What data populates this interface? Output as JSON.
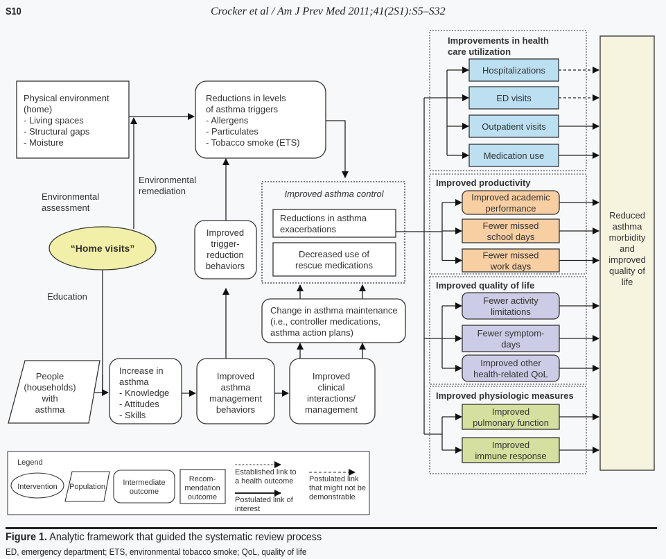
{
  "header": {
    "page_number": "S10",
    "running_head": "Crocker et al / Am J Prev Med 2011;41(2S1):S5–S32"
  },
  "colors": {
    "health_care_fill": "#bcdff2",
    "productivity_fill": "#f8cfa3",
    "quality_fill": "#cccce6",
    "physiologic_fill": "#d5e0a0",
    "intervention_fill": "#f2f0a8",
    "final_outcome_fill": "#f6f3df"
  },
  "nodes": {
    "physical_env": [
      "Physical environment",
      "(home)",
      "- Living spaces",
      "- Structural gaps",
      "- Moisture"
    ],
    "triggers": [
      "Reductions in levels",
      "of asthma triggers",
      "- Allergens",
      "- Particulates",
      "- Tobacco smoke (ETS)"
    ],
    "home_visits": "“Home visits”",
    "env_assessment": [
      "Environmental",
      "assessment"
    ],
    "env_remediation": [
      "Environmental",
      "remediation"
    ],
    "education": "Education",
    "trigger_behaviors": [
      "Improved",
      "trigger-",
      "reduction",
      "behaviors"
    ],
    "asthma_control_title": "Improved asthma control",
    "exacerbations": [
      "Reductions in asthma",
      "exacerbations"
    ],
    "rescue_meds": [
      "Decreased use of",
      "rescue medications"
    ],
    "maintenance": [
      "Change in asthma maintenance",
      "(i.e., controller medications,",
      "asthma action plans)"
    ],
    "people": [
      "People",
      "(households)",
      "with",
      "asthma"
    ],
    "increase": [
      "Increase in",
      "asthma",
      "- Knowledge",
      "- Attitudes",
      "- Skills"
    ],
    "management": [
      "Improved",
      "asthma",
      "management",
      "behaviors"
    ],
    "clinical": [
      "Improved",
      "clinical",
      "interactions/",
      "management"
    ]
  },
  "outcome_groups": [
    {
      "title": [
        "Improvements in health",
        "care utilization"
      ],
      "items": [
        {
          "label": [
            "Hospitalizations"
          ],
          "link": "dashed"
        },
        {
          "label": [
            "ED visits"
          ],
          "link": "dashed"
        },
        {
          "label": [
            "Outpatient visits"
          ],
          "link": "solid"
        },
        {
          "label": [
            "Medication use"
          ],
          "link": "solid"
        }
      ]
    },
    {
      "title": [
        "Improved productivity"
      ],
      "items": [
        {
          "label": [
            "Improved academic",
            "performance"
          ],
          "link": "solid"
        },
        {
          "label": [
            "Fewer missed",
            "school days"
          ],
          "link": "solid"
        },
        {
          "label": [
            "Fewer missed",
            "work days"
          ],
          "link": "solid"
        }
      ]
    },
    {
      "title": [
        "Improved quality of life"
      ],
      "items": [
        {
          "label": [
            "Fewer activity",
            "limitations"
          ],
          "link": "solid"
        },
        {
          "label": [
            "Fewer symptom-",
            "days"
          ],
          "link": "solid"
        },
        {
          "label": [
            "Improved other",
            "health-related QoL"
          ],
          "link": "solid"
        }
      ]
    },
    {
      "title": [
        "Improved physiologic measures"
      ],
      "items": [
        {
          "label": [
            "Improved",
            "pulmonary function"
          ],
          "link": "solid"
        },
        {
          "label": [
            "Improved",
            "immune response"
          ],
          "link": "solid"
        }
      ]
    }
  ],
  "final_outcome": [
    "Reduced",
    "asthma",
    "morbidity",
    "and",
    "improved",
    "quality of",
    "life"
  ],
  "legend": {
    "title": "Legend",
    "intervention": "Intervention",
    "population": "Population",
    "intermediate": [
      "Intermediate",
      "outcome"
    ],
    "recommendation": [
      "Recom-",
      "mendation",
      "outcome"
    ],
    "established": [
      "Established link to",
      "a health outcome"
    ],
    "postulated_interest": [
      "Postulated link of",
      "interest"
    ],
    "postulated_not": [
      "Postulated link",
      "that might not be",
      "demonstrable"
    ]
  },
  "caption": {
    "label": "Figure 1.",
    "text": " Analytic framework that guided the systematic review process",
    "note": "ED, emergency department; ETS, environmental tobacco smoke; QoL, quality of life"
  }
}
